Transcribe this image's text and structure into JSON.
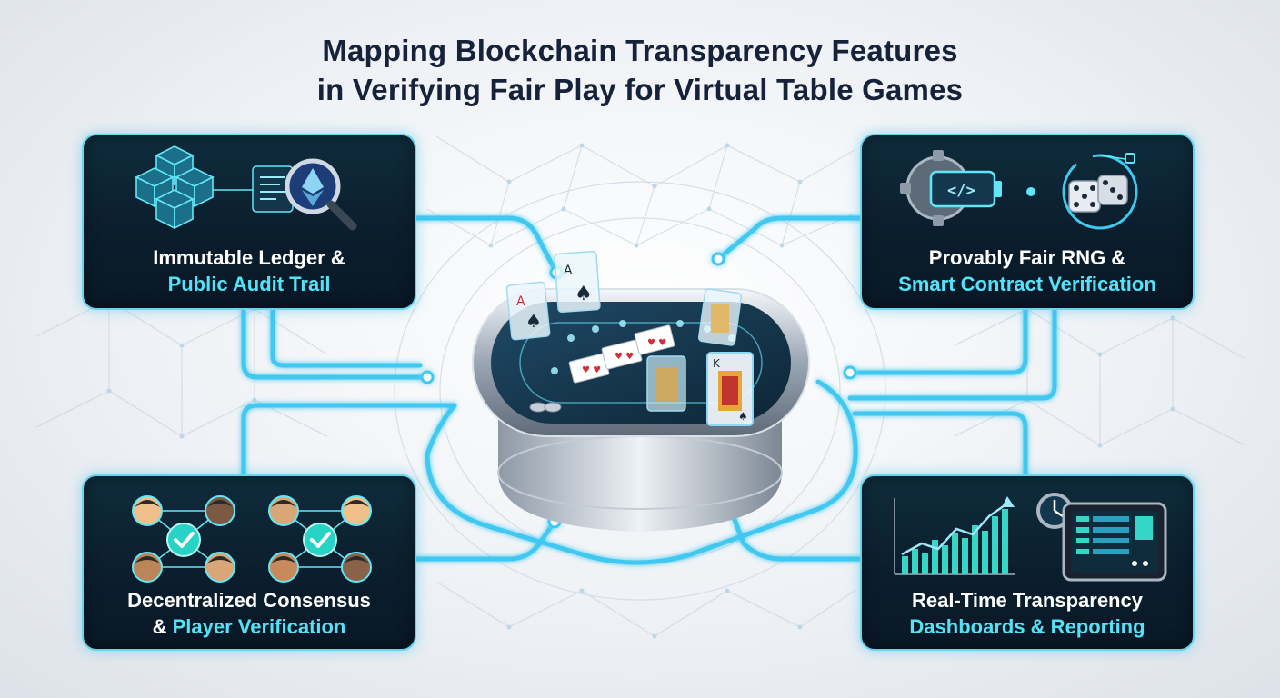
{
  "title": {
    "line1": "Mapping Blockchain Transparency Features",
    "line2": "in Verifying Fair Play for Virtual Table Games"
  },
  "cards": {
    "top_left": {
      "line1": "Immutable Ledger &",
      "line2": "Public Audit Trail",
      "icons": [
        "blockchain-cubes-icon",
        "ledger-panel-icon",
        "ethereum-magnifier-icon"
      ]
    },
    "top_right": {
      "line1": "Provably Fair RNG &",
      "line2": "Smart Contract Verification",
      "icons": [
        "gear-code-icon",
        "dice-network-icon"
      ]
    },
    "bottom_left": {
      "line1": "Decentralized Consensus",
      "line2_prefix": "& ",
      "line2_highlight": "Player Verification",
      "icons": [
        "player-network-check-icon",
        "player-network-check-icon"
      ]
    },
    "bottom_right": {
      "line1": "Real-Time Transparency",
      "line2": "Dashboards & Reporting",
      "icons": [
        "bar-chart-icon",
        "clock-icon",
        "dashboard-tablet-icon"
      ]
    }
  },
  "center": {
    "icon": "poker-table-icon",
    "cards": [
      "ace-of-spades-card",
      "ace-of-spades-card",
      "king-of-spades-card",
      "king-card",
      "hearts-cards"
    ]
  },
  "colors": {
    "title": "#16213a",
    "card_bg": "#0b1e2d",
    "card_border": "#6ad3ee",
    "accent_cyan": "#55e2f7",
    "connector": "#3fc8f0"
  }
}
